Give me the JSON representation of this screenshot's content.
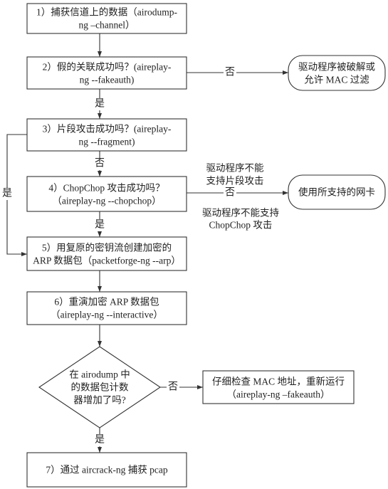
{
  "steps": {
    "step1": {
      "line1": "1）捕获信道上的数据（airodump-",
      "line2": "ng –channel）"
    },
    "step2": {
      "line1": "2）假的关联成功吗？(aireplay-",
      "line2": "ng --fakeauth)"
    },
    "step3": {
      "line1": "3）片段攻击成功吗？(aireplay-",
      "line2": "ng --fragment)"
    },
    "step4": {
      "line1": "4）ChopChop 攻击成功吗？",
      "line2": "（aireplay-ng --chopchop）"
    },
    "step5": {
      "line1": "5）用复原的密钥流创建加密的",
      "line2": "ARP 数据包（packetforge-ng --arp）"
    },
    "step6": {
      "line1": "6）重演加密 ARP 数据包",
      "line2": "（aireplay-ng --interactive）"
    },
    "step7": {
      "line1": "7）通过 aircrack-ng 捕获 pcap"
    }
  },
  "decision": {
    "line1": "在 airodump 中",
    "line2": "的数据包计数",
    "line3": "器增加了吗?"
  },
  "outcomes": {
    "driver_cracked": {
      "line1": "驱动程序被破解或",
      "line2": "允许 MAC 过滤"
    },
    "supported_card": {
      "line1": "使用所支持的网卡"
    },
    "check_mac": {
      "line1": "仔细检查 MAC 地址，重新运行",
      "line2": "（aireplay-ng –fakeauth）"
    }
  },
  "edge_labels": {
    "step2_no": "否",
    "step2_yes": "是",
    "step3_no": "否",
    "step3_yes": "是",
    "step4_no": "否",
    "step4_yes": "是",
    "decision_no": "否",
    "decision_yes": "是"
  },
  "notes": {
    "no_fragment_support": [
      "驱动程序不能",
      "支持片段攻击"
    ],
    "no_chopchop_support": [
      "驱动程序不能支持",
      "ChopChop 攻击"
    ]
  },
  "style": {
    "line_color": "#333333",
    "text_color": "#222222",
    "background": "#ffffff"
  }
}
